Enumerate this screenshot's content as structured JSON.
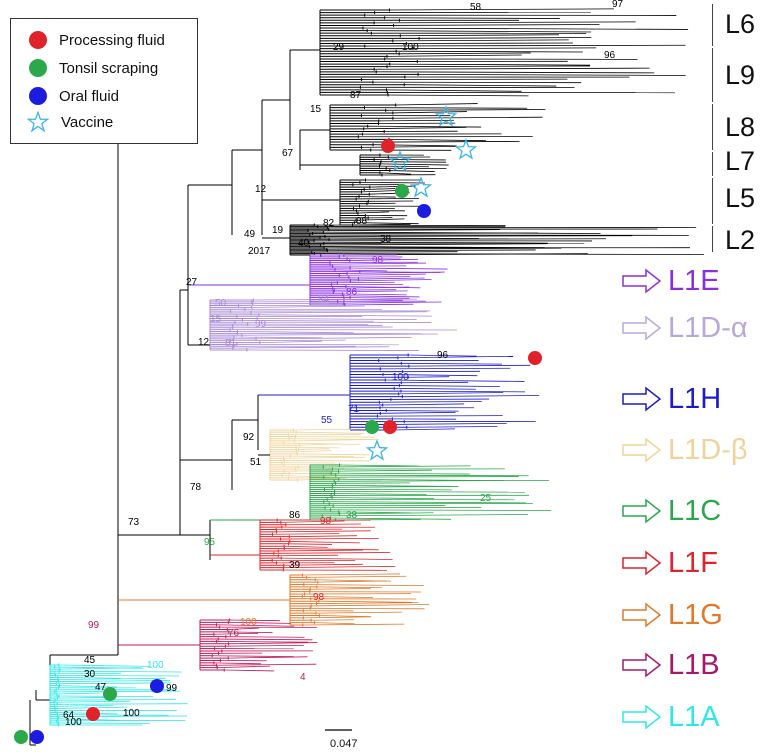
{
  "legend": {
    "items": [
      {
        "label": "Processing fluid",
        "color": "#e0232a",
        "marker": "circle"
      },
      {
        "label": "Tonsil scraping",
        "color": "#2aa84a",
        "marker": "circle"
      },
      {
        "label": "Oral fluid",
        "color": "#1c1ce0",
        "marker": "circle"
      },
      {
        "label": "Vaccine",
        "color": "#3ab4e8",
        "marker": "star"
      }
    ]
  },
  "black_lineages": [
    "L6",
    "L9",
    "L8",
    "L7",
    "L5",
    "L2"
  ],
  "colored_lineages": [
    {
      "label": "L1E",
      "color": "#8b2fe0"
    },
    {
      "label": "L1D-α",
      "color": "#b9a8dc"
    },
    {
      "label": "L1H",
      "color": "#1c1cc8"
    },
    {
      "label": "L1D-β",
      "color": "#f0d39a"
    },
    {
      "label": "L1C",
      "color": "#2aa84a"
    },
    {
      "label": "L1F",
      "color": "#e0232a"
    },
    {
      "label": "L1G",
      "color": "#e07a2a"
    },
    {
      "label": "L1B",
      "color": "#a8186a"
    },
    {
      "label": "L1A",
      "color": "#2ee8e8"
    }
  ],
  "branch_colors": {
    "black": "#000000",
    "l1e": "#8b2fe0",
    "l1d_alpha": "#a98bd6",
    "l1h": "#1c1cc8",
    "l1d_beta": "#f0d39a",
    "l1c": "#2aa84a",
    "l1f": "#e0232a",
    "l1g": "#e07a2a",
    "l1b": "#c0185a",
    "l1a": "#2ee8e8"
  },
  "support_values": [
    {
      "text": "29",
      "color": "#000000"
    },
    {
      "text": "100",
      "color": "#000000"
    },
    {
      "text": "58",
      "color": "#000000"
    },
    {
      "text": "97",
      "color": "#000000"
    },
    {
      "text": "96",
      "color": "#000000"
    },
    {
      "text": "87",
      "color": "#000000"
    },
    {
      "text": "15",
      "color": "#000000"
    },
    {
      "text": "67",
      "color": "#000000"
    },
    {
      "text": "12",
      "color": "#000000"
    },
    {
      "text": "49",
      "color": "#000000"
    },
    {
      "text": "82",
      "color": "#000000"
    },
    {
      "text": "88",
      "color": "#000000"
    },
    {
      "text": "19",
      "color": "#000000"
    },
    {
      "text": "40",
      "color": "#000000"
    },
    {
      "text": "38",
      "color": "#000000"
    },
    {
      "text": "2017",
      "color": "#000000"
    },
    {
      "text": "27",
      "color": "#000000"
    },
    {
      "text": "98",
      "color": "#8b2fe0"
    },
    {
      "text": "86",
      "color": "#8b2fe0"
    },
    {
      "text": "84",
      "color": "#a98bd6"
    },
    {
      "text": "50",
      "color": "#a98bd6"
    },
    {
      "text": "15",
      "color": "#a98bd6"
    },
    {
      "text": "99",
      "color": "#a98bd6"
    },
    {
      "text": "81",
      "color": "#a98bd6"
    },
    {
      "text": "12",
      "color": "#000000"
    },
    {
      "text": "96",
      "color": "#000000"
    },
    {
      "text": "100",
      "color": "#1c1cc8"
    },
    {
      "text": "71",
      "color": "#1c1cc8"
    },
    {
      "text": "55",
      "color": "#1c1cc8"
    },
    {
      "text": "92",
      "color": "#000000"
    },
    {
      "text": "51",
      "color": "#000000"
    },
    {
      "text": "78",
      "color": "#000000"
    },
    {
      "text": "73",
      "color": "#000000"
    },
    {
      "text": "86",
      "color": "#000000"
    },
    {
      "text": "98",
      "color": "#e0232a"
    },
    {
      "text": "38",
      "color": "#2aa84a"
    },
    {
      "text": "25",
      "color": "#2aa84a"
    },
    {
      "text": "95",
      "color": "#2aa84a"
    },
    {
      "text": "39",
      "color": "#000000"
    },
    {
      "text": "98",
      "color": "#e0232a"
    },
    {
      "text": "100",
      "color": "#e07a2a"
    },
    {
      "text": "76",
      "color": "#c0185a"
    },
    {
      "text": "4",
      "color": "#c0185a"
    },
    {
      "text": "99",
      "color": "#c0185a"
    },
    {
      "text": "45",
      "color": "#000000"
    },
    {
      "text": "30",
      "color": "#000000"
    },
    {
      "text": "47",
      "color": "#000000"
    },
    {
      "text": "100",
      "color": "#2ee8e8"
    },
    {
      "text": "99",
      "color": "#000000"
    },
    {
      "text": "100",
      "color": "#000000"
    },
    {
      "text": "64",
      "color": "#000000"
    },
    {
      "text": "100",
      "color": "#000000"
    }
  ],
  "scale_bar_label": "0.047"
}
